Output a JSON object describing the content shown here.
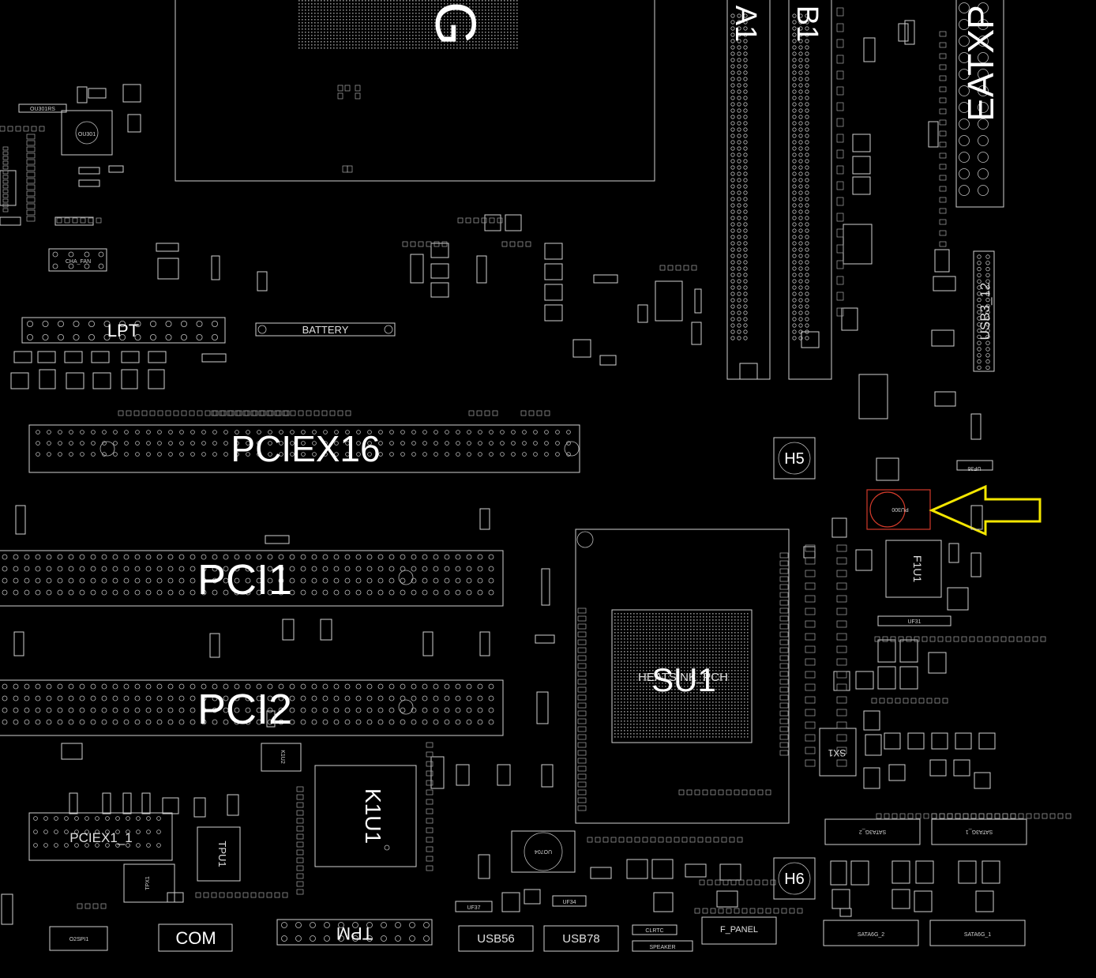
{
  "labels": {
    "lga": "LG",
    "dimm_a1": "A1",
    "dimm_b1": "B1",
    "eatx": "EATXP",
    "ou301": "OU301",
    "ou301rs": "OU301RS",
    "cha_fan": "CHA_FAN",
    "lpt": "LPT",
    "battery": "BATTERY",
    "pciex16": "PCIEX16",
    "usb3_12": "USB3_12",
    "h5": "H5",
    "pu300": "PU300",
    "f1u1": "F1U1",
    "pci1": "PCI1",
    "pci2": "PCI2",
    "su1": "SU1",
    "heatsink": "HEATSINK_PCH",
    "sx1": "SX1",
    "k1u1": "K1U1",
    "k1u2": "K1U2",
    "pciex1_1": "PCIEX1_1",
    "tpu1": "TPU1",
    "tpx1": "TPX1",
    "uo704": "UO704",
    "h6": "H6",
    "sata3g_2": "SATA3G_2",
    "sata3g_1": "SATA3G_1",
    "sata6g_2": "SATA6G_2",
    "sata6g_1": "SATA6G_1",
    "o2spi1": "O2SPI1",
    "com": "COM",
    "tpm": "TPM",
    "usb56": "USB56",
    "usb78": "USB78",
    "uf37": "UF37",
    "uf34": "UF34",
    "uf31": "UF31",
    "uf36": "UF36",
    "clrtc": "CLRTC",
    "speaker": "SPEAKER",
    "f_panel": "F_PANEL"
  },
  "colors": {
    "background": "#000000",
    "silkscreen": "#cfcfcf",
    "highlight": "#d23a2a",
    "arrow": "#f3e600"
  },
  "icons": {
    "pointer": "arrow-left-icon"
  }
}
